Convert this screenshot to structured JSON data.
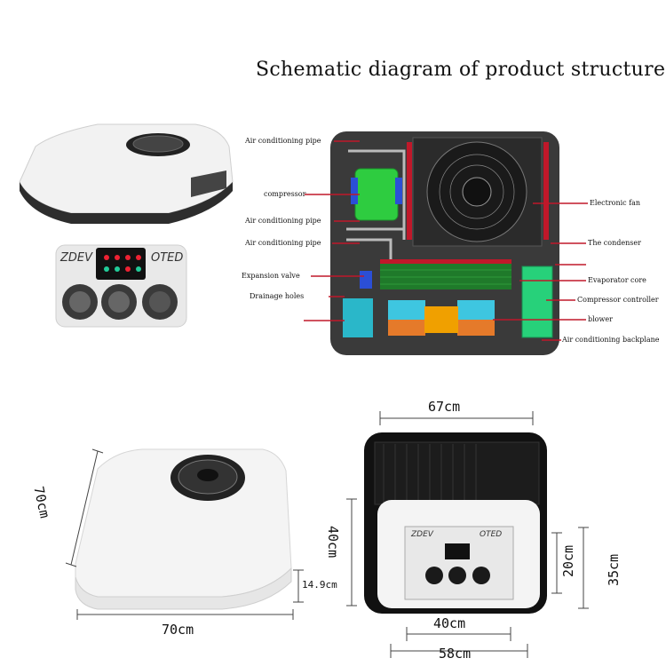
{
  "title": "Schematic diagram of product structure",
  "panel": {
    "brand_left": "ZDEV",
    "brand_right": "OTED"
  },
  "callouts_left": [
    "Air conditioning pipe",
    "compressor",
    "Air conditioning pipe",
    "Air conditioning pipe",
    "Expansion valve",
    "Drainage holes"
  ],
  "callouts_right": [
    "Electronic fan",
    "The condenser",
    "Evaporator core",
    "Compressor controller",
    "blower",
    "Air conditioning backplane"
  ],
  "dimensions": {
    "side_width": "70cm",
    "side_depth": "70cm",
    "side_height": "14.9cm",
    "bottom_width": "67cm",
    "bottom_height": "40cm",
    "panel_height": "20cm",
    "overall_depth": "35cm",
    "panel_width": "40cm",
    "frame_width": "58cm"
  },
  "colors": {
    "leader": "#c0182a",
    "frame": "#3a3a3a",
    "compressor": "#2ecc40",
    "controller": "#27d17a",
    "blower_blue": "#3ec6e0",
    "blower_orange": "#e57a2a",
    "drain_box": "#2ab7c9"
  },
  "icons": [
    "fan-icon",
    "vent-icon"
  ]
}
